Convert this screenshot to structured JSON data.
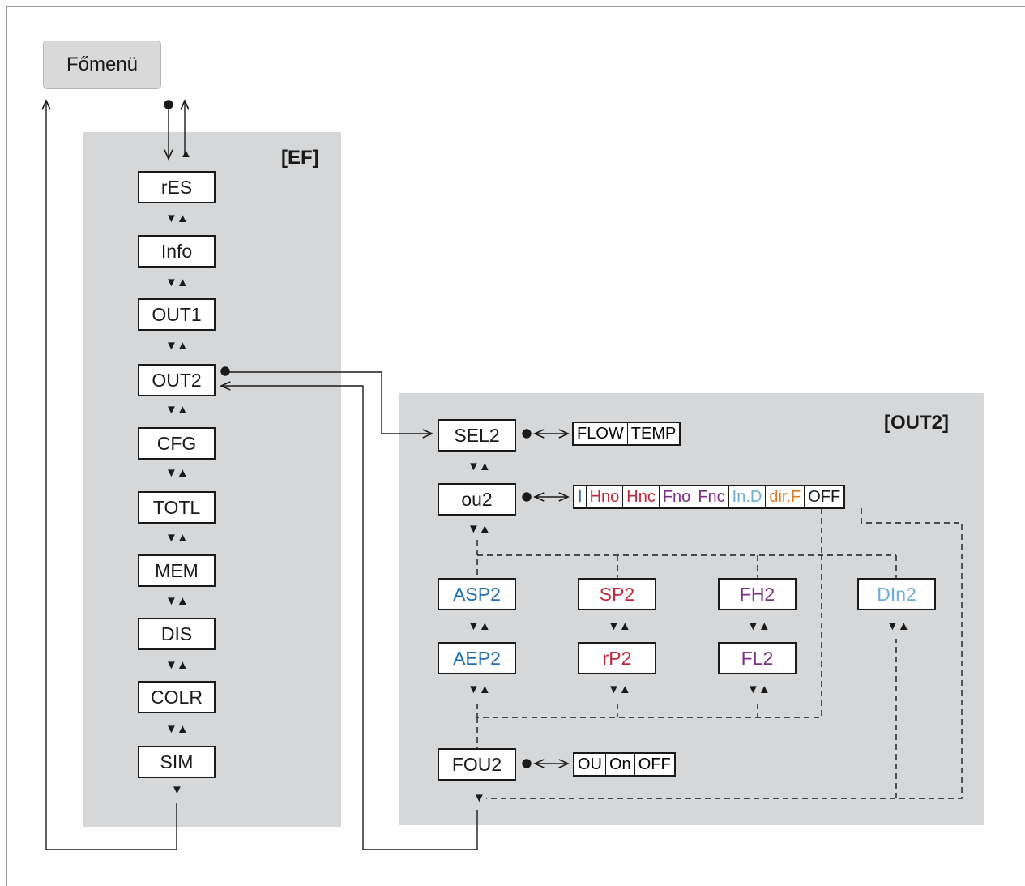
{
  "main_menu": "Főmenü",
  "ef_label": "[EF]",
  "out2_label": "[OUT2]",
  "ef_items": [
    "rES",
    "Info",
    "OUT1",
    "OUT2",
    "CFG",
    "TOTL",
    "MEM",
    "DIS",
    "COLR",
    "SIM"
  ],
  "nav_symbol": "▼▲",
  "nav_down": "▼",
  "nav_up": "▲",
  "sel2": {
    "label": "SEL2",
    "options": [
      "FLOW",
      "TEMP"
    ]
  },
  "ou2": {
    "label": "ou2",
    "options": [
      {
        "text": "I",
        "color": "#1f6fb0"
      },
      {
        "text": "Hno",
        "color": "#c0283a"
      },
      {
        "text": "Hnc",
        "color": "#c0283a"
      },
      {
        "text": "Fno",
        "color": "#7b2f86"
      },
      {
        "text": "Fnc",
        "color": "#7b2f86"
      },
      {
        "text": "In.D",
        "color": "#6eaed6"
      },
      {
        "text": "dir.F",
        "color": "#e07a22"
      },
      {
        "text": "OFF",
        "color": "#1a1a1a"
      }
    ]
  },
  "params": {
    "asp2": {
      "text": "ASP2",
      "color": "#1f6fb0"
    },
    "aep2": {
      "text": "AEP2",
      "color": "#1f6fb0"
    },
    "sp2": {
      "text": "SP2",
      "color": "#c0283a"
    },
    "rp2": {
      "text": "rP2",
      "color": "#c0283a"
    },
    "fh2": {
      "text": "FH2",
      "color": "#7b2f86"
    },
    "fl2": {
      "text": "FL2",
      "color": "#7b2f86"
    },
    "din2": {
      "text": "DIn2",
      "color": "#6eaed6"
    }
  },
  "fou2": {
    "label": "FOU2",
    "options": [
      "OU",
      "On",
      "OFF"
    ]
  }
}
